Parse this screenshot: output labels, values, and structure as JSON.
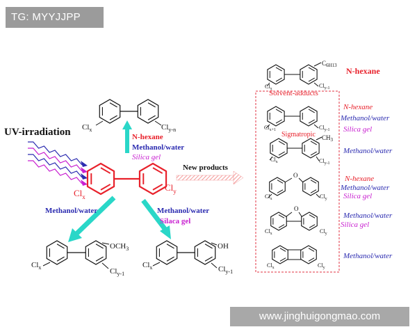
{
  "watermarks": {
    "top_left": "TG: MYYJJPP",
    "bottom_right": "www.jinghuigongmao.com"
  },
  "colors": {
    "red": "#e8212b",
    "blue": "#2b2bb0",
    "magenta": "#c81fd0",
    "teal": "#2ad7c8",
    "black": "#111111",
    "dashed_box": "#e03040"
  },
  "left": {
    "uv_label": "UV-irradiation",
    "parent_subs": {
      "left": "Cl",
      "left_sub": "x",
      "right": "Cl",
      "right_sub": "y"
    },
    "top_product": {
      "left": "Cl",
      "left_sub": "x",
      "right": "Cl",
      "right_sub": "y-n"
    },
    "top_solvents": [
      "N-hexane",
      "Methanol/water",
      "Silica gel"
    ],
    "left_solvent": "Methanol/water",
    "right_solvents": [
      "Methanol/water",
      "Silaca gel"
    ],
    "bl_product": {
      "left": "Cl",
      "left_sub": "x",
      "group": "OCH",
      "group_sub": "3",
      "right": "Cl",
      "right_sub": "y-1"
    },
    "br_product": {
      "left": "Cl",
      "left_sub": "x",
      "group": "OH",
      "right": "Cl",
      "right_sub": "y-1"
    },
    "new_products": "New products"
  },
  "right": {
    "solvent_adducts_label": "Solvent-adducts",
    "top_solvent": "N-hexane",
    "top_struct": {
      "group": "C",
      "group_sub": "6H13",
      "left": "Cl",
      "left_sub": "x",
      "right": "Cl",
      "right_sub": "y-1"
    },
    "sigmatropic": "Sigmatropic",
    "rows": [
      {
        "subs": [
          "Cl",
          "x+1",
          "Cl",
          "y-1"
        ],
        "solvents": [
          "N-hexane",
          "Methanol/water",
          "Silica gel"
        ]
      },
      {
        "subs": [
          "Cl",
          "x",
          "Cl",
          "y-1"
        ],
        "group": "CH",
        "group_sub": "3",
        "solvents": [
          "Methanol/water"
        ]
      },
      {
        "subs": [
          "Cl",
          "x",
          "Cl",
          "y"
        ],
        "bridge": "O",
        "solvents": [
          "N-hexane",
          "Methanol/water",
          "Silica gel"
        ]
      },
      {
        "subs": [
          "Cl",
          "x",
          "Cl",
          "y"
        ],
        "bridge": "O",
        "solvents": [
          "Methanol/water",
          "Silica gel"
        ]
      },
      {
        "subs": [
          "Cl",
          "x",
          "Cl",
          "y"
        ],
        "solvents": [
          "Methanol/water"
        ]
      }
    ]
  }
}
